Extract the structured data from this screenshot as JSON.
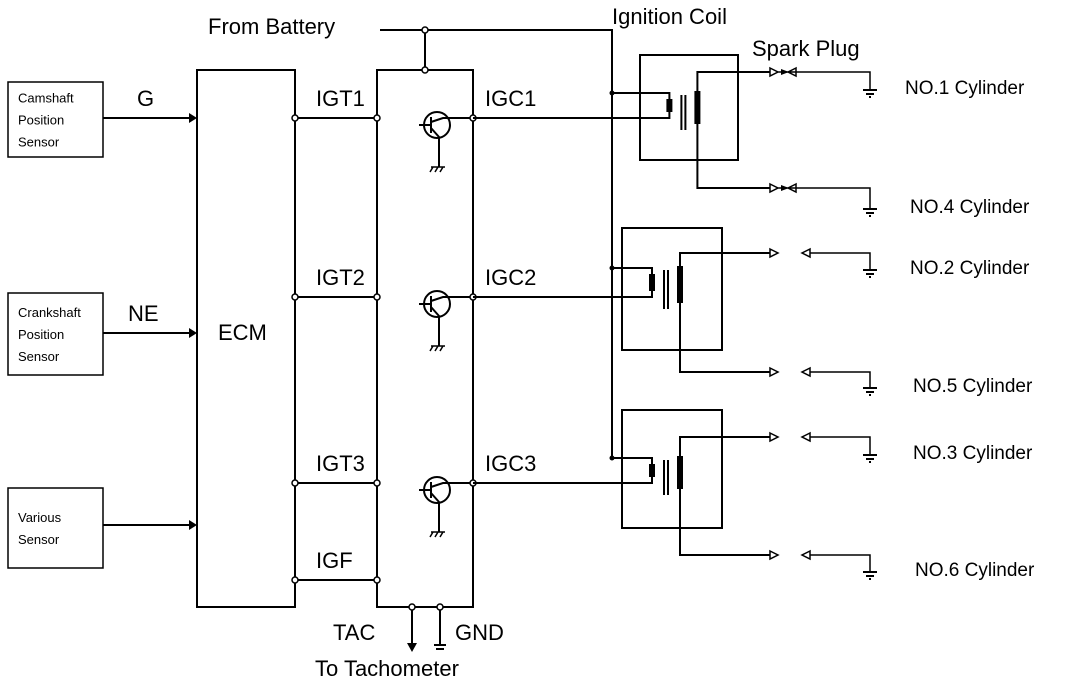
{
  "labels": {
    "from_battery": "From Battery",
    "ignition_coil": "Ignition Coil",
    "spark_plug": "Spark Plug",
    "ecm": "ECM",
    "tac": "TAC",
    "gnd": "GND",
    "to_tachometer": "To Tachometer"
  },
  "sensors": [
    {
      "lines": [
        "Camshaft",
        "Position",
        "Sensor"
      ],
      "signal": "G"
    },
    {
      "lines": [
        "Crankshaft",
        "Position",
        "Sensor"
      ],
      "signal": "NE"
    },
    {
      "lines": [
        "Various",
        "Sensor"
      ],
      "signal": ""
    }
  ],
  "igt": [
    "IGT1",
    "IGT2",
    "IGT3",
    "IGF"
  ],
  "igc": [
    "IGC1",
    "IGC2",
    "IGC3"
  ],
  "cylinders": [
    "NO.1 Cylinder",
    "NO.4 Cylinder",
    "NO.2 Cylinder",
    "NO.5 Cylinder",
    "NO.3 Cylinder",
    "NO.6 Cylinder"
  ]
}
